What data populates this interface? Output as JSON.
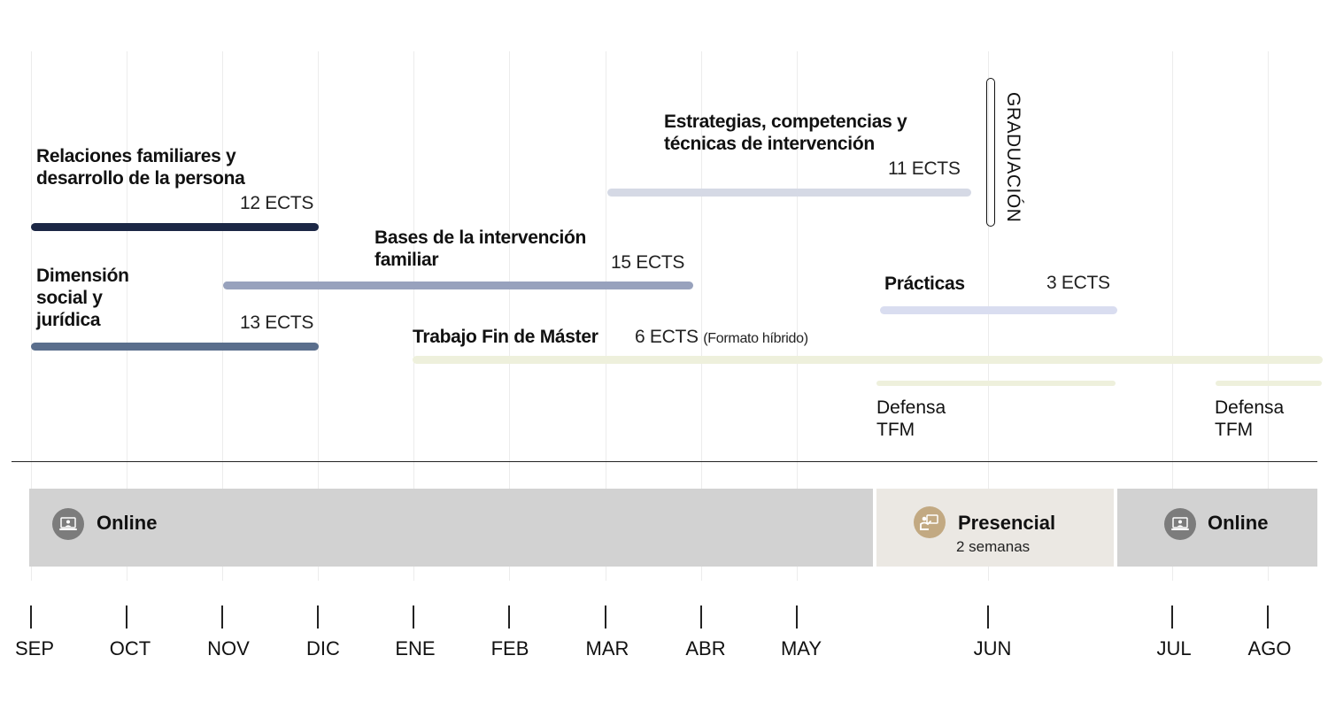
{
  "courses": [
    {
      "title": "Relaciones familiares y desarrollo de la persona",
      "ects": "12 ECTS",
      "color": "#1c2745"
    },
    {
      "title": "Dimensión social y jurídica",
      "ects": "13 ECTS",
      "color": "#5a6e8c"
    },
    {
      "title": "Bases de la intervención familiar",
      "ects": "15 ECTS",
      "color": "#98a2bd"
    },
    {
      "title": "Estrategias, competencias y técnicas de intervención",
      "ects": "11 ECTS",
      "color": "#d5d9e5"
    },
    {
      "title": "Prácticas",
      "ects": "3 ECTS",
      "color": "#d9ddf0"
    },
    {
      "title": "Trabajo Fin de Máster",
      "ects": "6 ECTS",
      "note": "(Formato híbrido)",
      "color": "#eef0dc"
    }
  ],
  "graduation": "GRADUACIÓN",
  "defensa": [
    "Defensa TFM",
    "Defensa TFM"
  ],
  "modes": [
    {
      "label": "Online",
      "sub": "",
      "color": "#d2d2d2",
      "icon": "laptop-user-icon"
    },
    {
      "label": "Presencial",
      "sub": "2 semanas",
      "color": "#ebe8e3",
      "icon": "presenter-icon"
    },
    {
      "label": "Online",
      "sub": "",
      "color": "#d2d2d2",
      "icon": "laptop-user-icon"
    }
  ],
  "months": [
    "SEP",
    "OCT",
    "NOV",
    "DIC",
    "ENE",
    "FEB",
    "MAR",
    "ABR",
    "MAY",
    "JUN",
    "JUL",
    "AGO"
  ]
}
